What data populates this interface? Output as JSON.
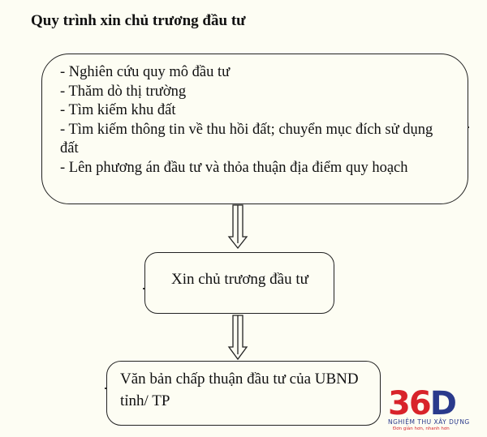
{
  "title": "Quy trình xin chủ trương đầu tư",
  "step1": {
    "items": [
      "- Nghiên cứu quy mô đầu tư",
      "- Thăm dò thị trường",
      "- Tìm kiếm khu đất",
      "- Tìm kiếm thông tin về thu hồi đất; chuyển mục đích sử dụng đất",
      "- Lên phương án đầu tư và thỏa thuận địa điểm quy hoạch"
    ]
  },
  "step2": {
    "text": "Xin chủ trương đầu tư"
  },
  "step3": {
    "text": "Văn bản chấp thuận đầu tư của UBND tỉnh/ TP"
  },
  "logo": {
    "mark_3": "3",
    "mark_6": "6",
    "mark_0": "D",
    "subtitle": "NGHIỆM THU XÂY DỰNG",
    "tagline": "Đơn giản hơn, nhanh hơn"
  },
  "colors": {
    "background": "#fdfdf3",
    "border": "#222222",
    "logo_red": "#d8232a",
    "logo_blue": "#2a3a8c"
  }
}
